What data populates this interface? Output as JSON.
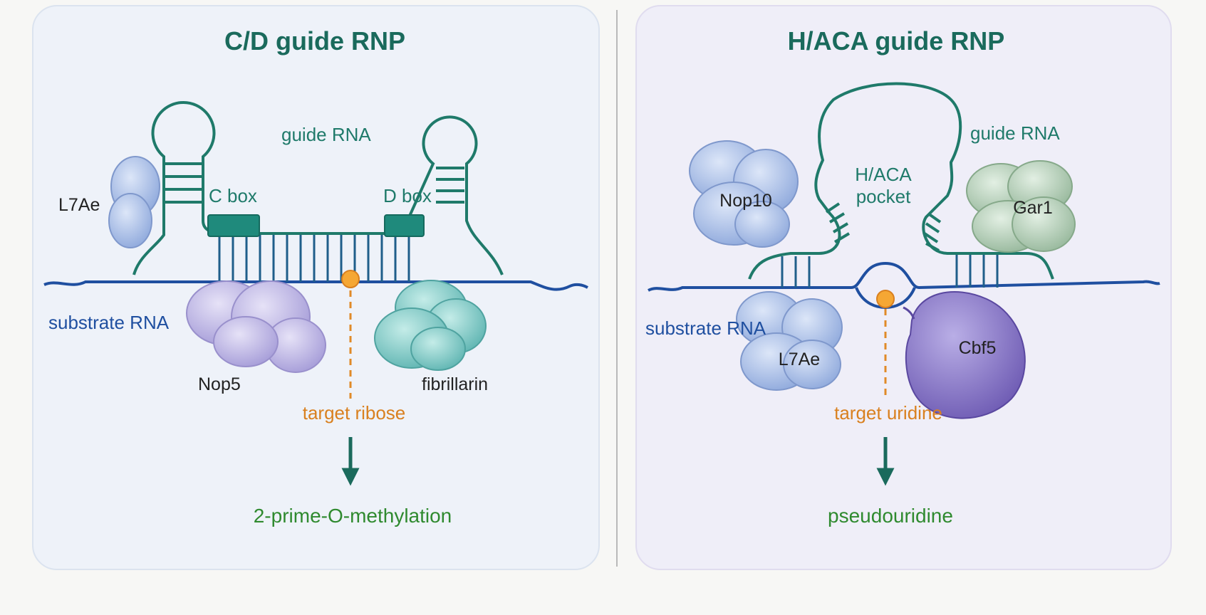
{
  "panels": {
    "cd": {
      "title": "C/D guide RNP",
      "guide_rna": "guide RNA",
      "c_box": "C box",
      "d_box": "D box",
      "substrate_rna": "substrate RNA",
      "proteins": {
        "l7ae": "L7Ae",
        "nop5": "Nop5",
        "fibrillarin": "fibrillarin"
      },
      "target": "target ribose",
      "product": "2-prime-O-methylation"
    },
    "haca": {
      "title": "H/ACA guide RNP",
      "guide_rna": "guide RNA",
      "pocket_line1": "H/ACA",
      "pocket_line2": "pocket",
      "substrate_rna": "substrate RNA",
      "proteins": {
        "nop10": "Nop10",
        "gar1": "Gar1",
        "l7ae": "L7Ae",
        "cbf5": "Cbf5"
      },
      "target": "target uridine",
      "product": "pseudouridine"
    }
  },
  "colors": {
    "guide_rna": "#1f7a6a",
    "substrate_rna": "#1f4fa0",
    "target": "#f0a030",
    "arrow": "#1a6a5c",
    "product": "#2f8a2f",
    "l7ae": "#a9bfe6",
    "nop5": "#c3bde8",
    "fibrillarin": "#7fc9c6",
    "nop10": "#9fb6e8",
    "gar1": "#b4cfb8",
    "cbf5": "#8c7ac8"
  }
}
